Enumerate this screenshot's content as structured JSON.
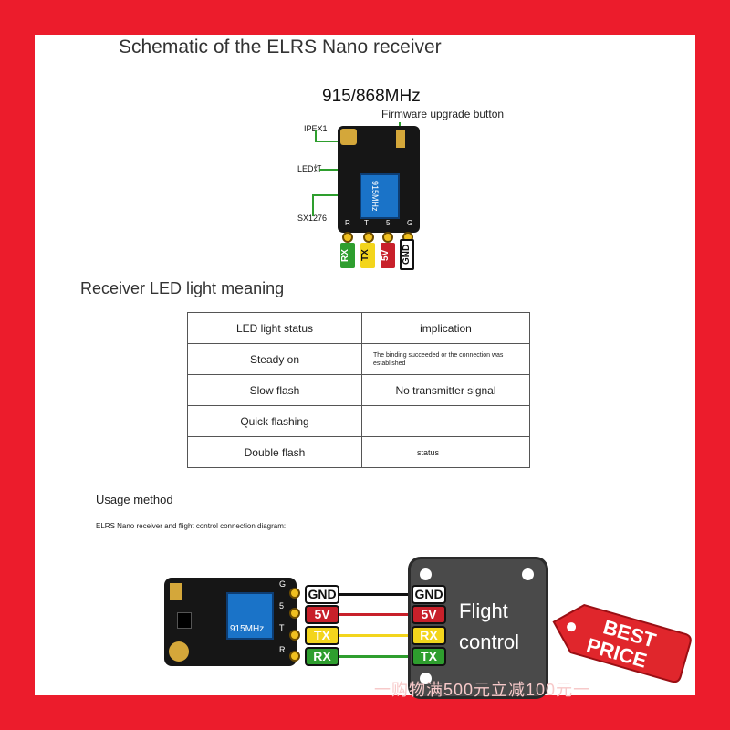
{
  "schematic": {
    "title": "Schematic of the ELRS Nano receiver",
    "frequency": "915/868MHz",
    "firmware_button": "Firmware upgrade button",
    "ipex": "IPEX1",
    "led": "LED灯",
    "sx": "SX1276",
    "chip_text": "915MHz",
    "pin_letters": [
      "R",
      "T",
      "5",
      "G"
    ],
    "pin_tags": [
      "RX",
      "TX",
      "5V",
      "GND"
    ],
    "colors": {
      "rx": "#2e9e2e",
      "tx": "#f3d51c",
      "v5": "#c8202a",
      "gnd": "#111111"
    }
  },
  "led_section": {
    "heading": "Receiver LED light meaning",
    "header": [
      "LED light status",
      "implication"
    ],
    "rows": [
      [
        "Steady on",
        "The binding succeeded or the connection was established"
      ],
      [
        "Slow flash",
        "No transmitter signal"
      ],
      [
        "Quick flashing",
        ""
      ],
      [
        "Double flash",
        "status"
      ]
    ]
  },
  "usage": {
    "heading": "Usage method",
    "subheading": "ELRS Nano receiver and flight control connection diagram:",
    "chip_text": "915MHz",
    "receiver_pins": [
      "G",
      "5",
      "T",
      "R"
    ],
    "receiver_labels": [
      "GND",
      "5V",
      "TX",
      "RX"
    ],
    "fc_labels": [
      "GND",
      "5V",
      "RX",
      "TX"
    ],
    "fc_title_1": "Flight",
    "fc_title_2": "control"
  },
  "badge": {
    "line1": "BEST",
    "line2": "PRICE"
  },
  "watermark": "一购物满500元立减100元一"
}
